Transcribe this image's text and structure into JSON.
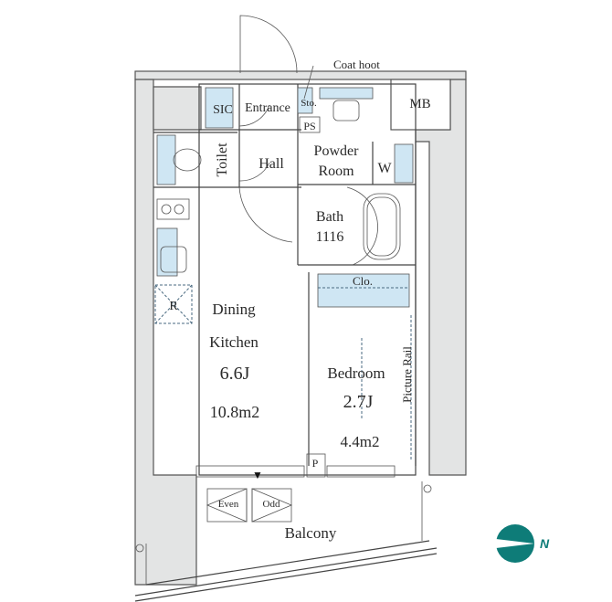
{
  "floor_plan": {
    "rooms": {
      "sic": "SIC",
      "entrance": "Entrance",
      "storage": "Sto.",
      "pipe_space": "PS",
      "coat_hook": "Coat hoot",
      "meter_box": "MB",
      "toilet": "Toilet",
      "hall": "Hall",
      "powder_room_line1": "Powder",
      "powder_room_line2": "Room",
      "washer": "W",
      "bath": "Bath",
      "bath_size": "1116",
      "closet": "Clo.",
      "refrigerator": "R",
      "dining_kitchen_line1": "Dining",
      "dining_kitchen_line2": "Kitchen",
      "dining_kitchen_jo": "6.6J",
      "dining_kitchen_area": "10.8m2",
      "bedroom": "Bedroom",
      "bedroom_jo": "2.7J",
      "bedroom_area": "4.4m2",
      "picture_rail": "Picture Rail",
      "pipe": "P",
      "even": "Even",
      "odd": "Odd",
      "balcony": "Balcony"
    },
    "compass": {
      "label": "N",
      "color": "#0e7c78"
    },
    "colors": {
      "fixture_blue": "#cfe6f3",
      "wall_gray": "#e3e4e4"
    }
  }
}
